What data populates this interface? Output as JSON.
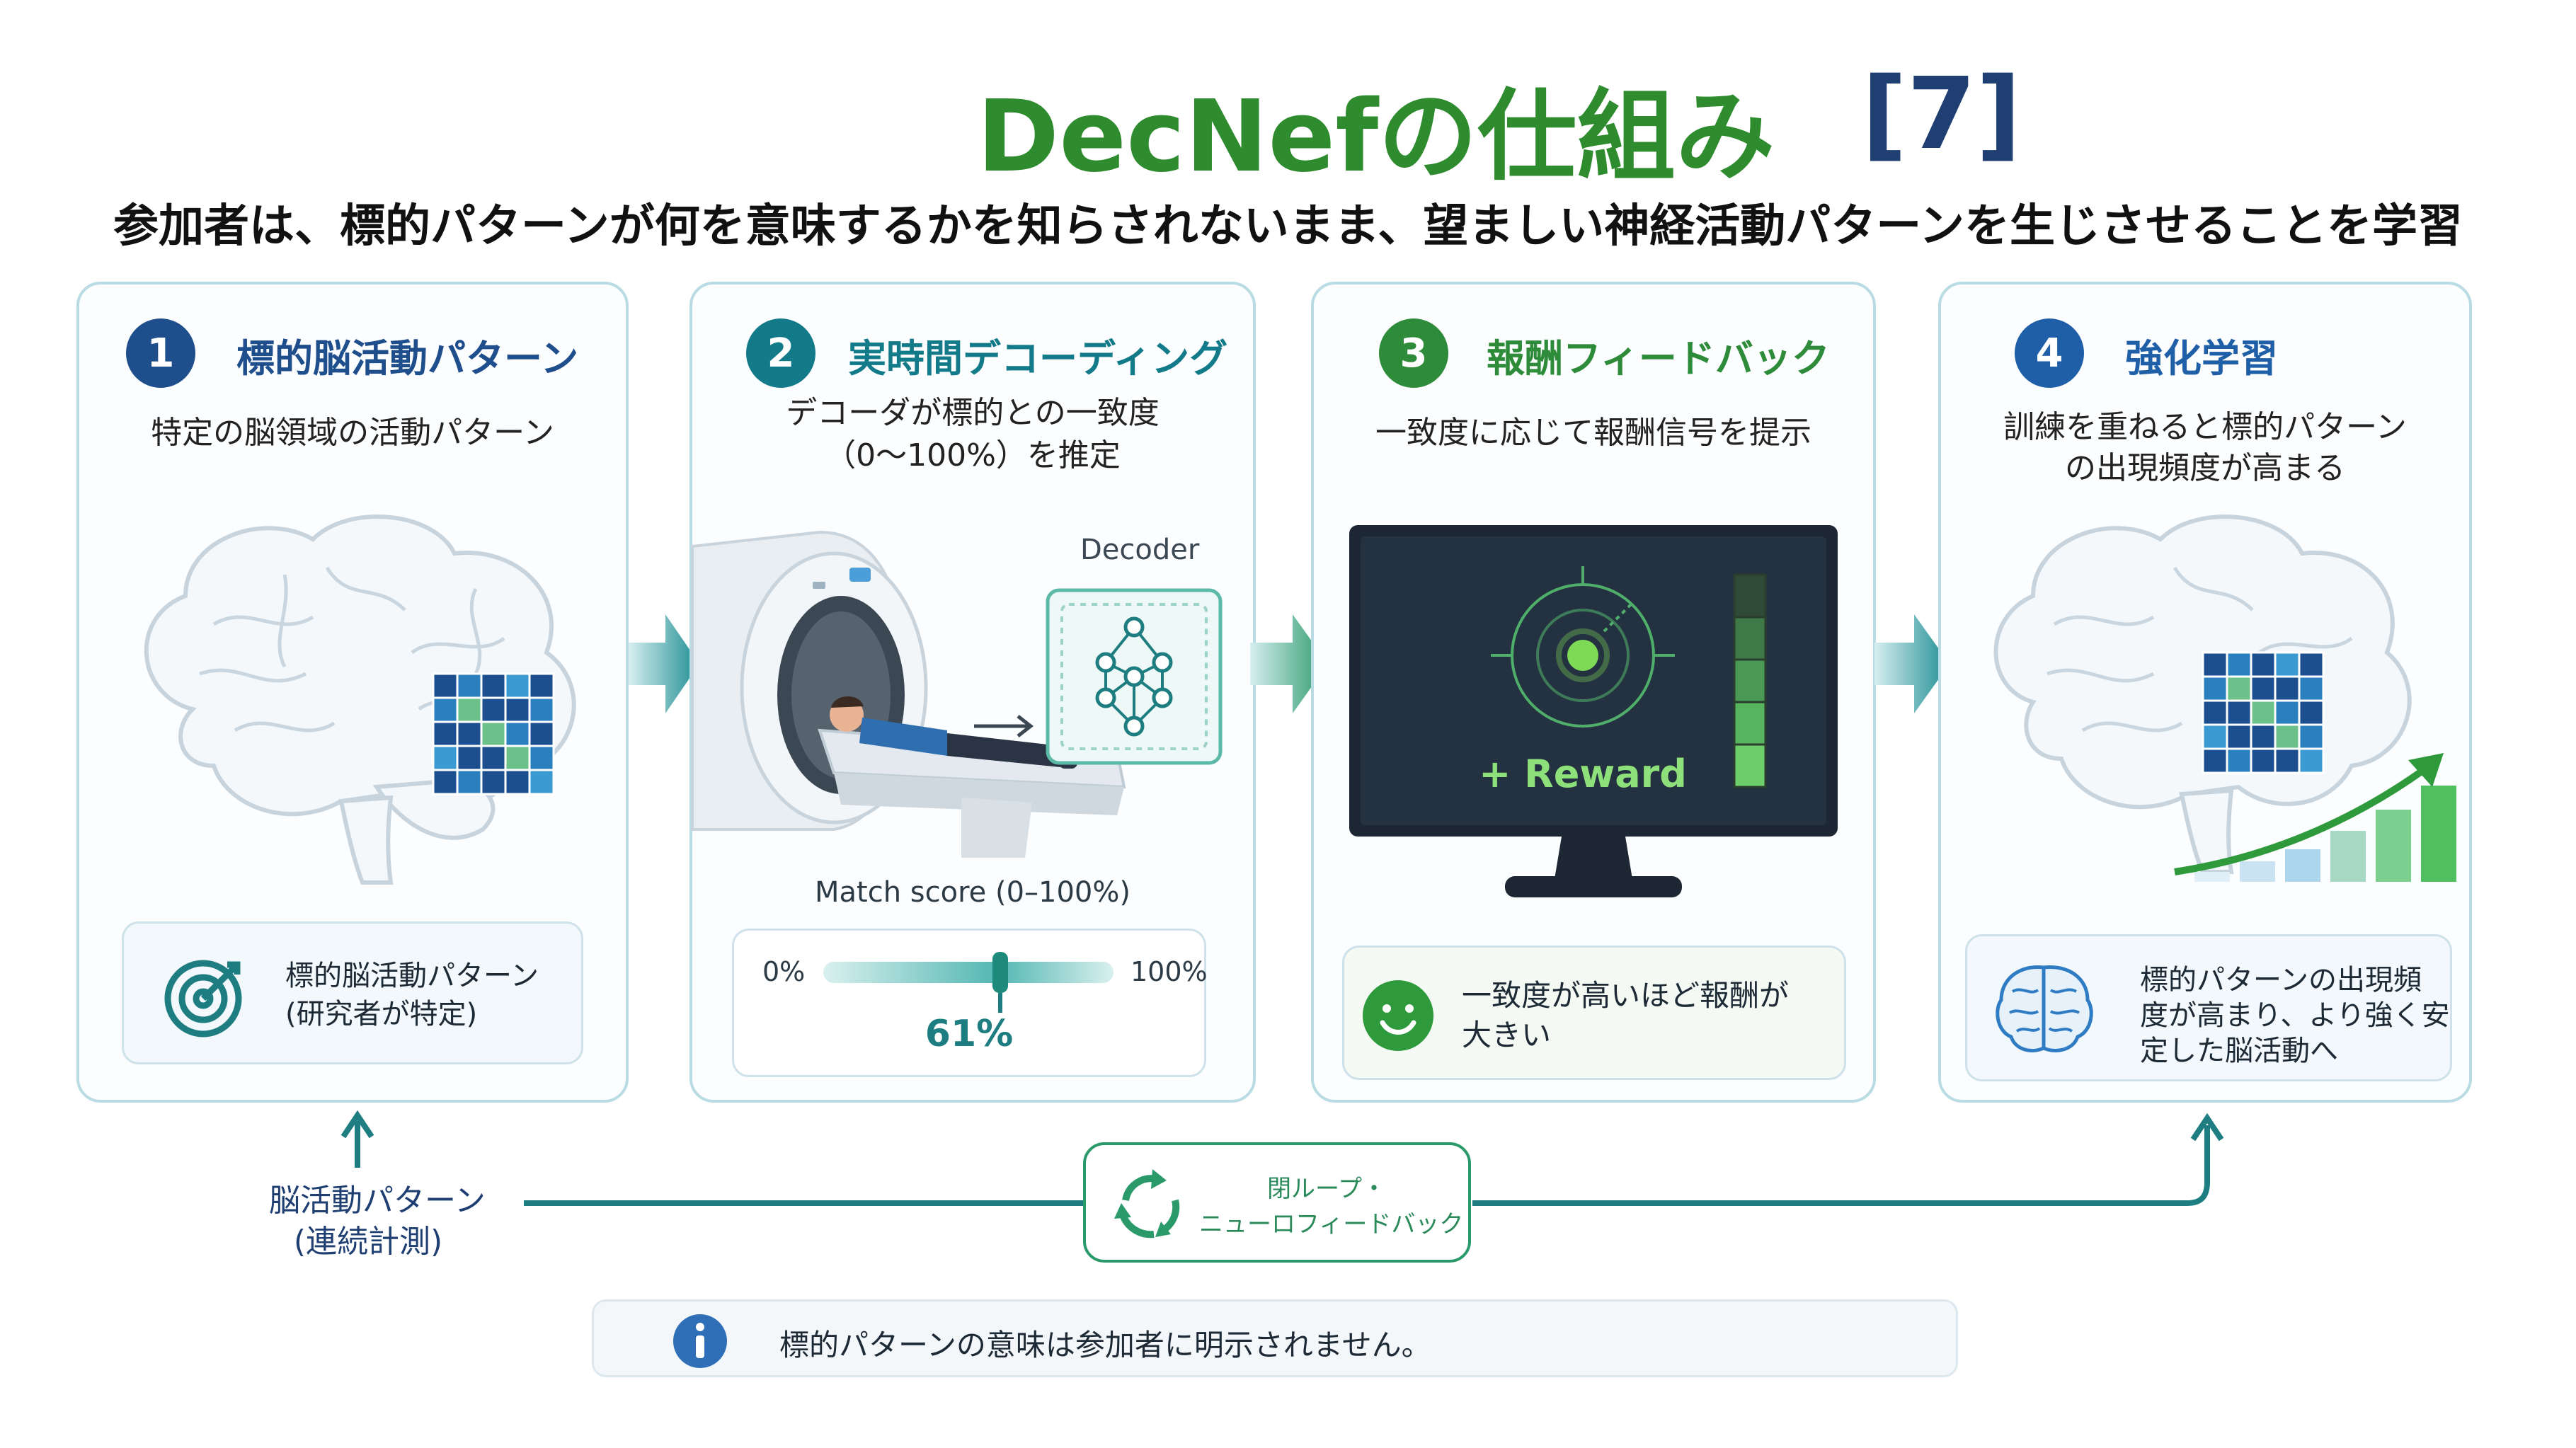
{
  "title": {
    "main": "DecNefの仕組み",
    "ref": "[7]"
  },
  "subtitle": "参加者は、標的パターンが何を意味するかを知らされないまま、望ましい神経活動パターンを生じさせることを学習",
  "steps": [
    {
      "num": "1",
      "title": "標的脳活動パターン",
      "desc": [
        "特定の脳領域の活動パターン"
      ],
      "note": [
        "標的脳活動パターン",
        "(研究者が特定)"
      ]
    },
    {
      "num": "2",
      "title": "実時間デコーディング",
      "desc": [
        "デコーダが標的との一致度",
        "（0〜100%）を推定"
      ],
      "decoder_label": "Decoder",
      "match_label": "Match score (0–100%)",
      "slider": {
        "min_label": "0%",
        "max_label": "100%",
        "value_label": "61%",
        "value": 0.61
      }
    },
    {
      "num": "3",
      "title": "報酬フィードバック",
      "desc": [
        "一致度に応じて報酬信号を提示"
      ],
      "reward_text": "+ Reward",
      "note": [
        "一致度が高いほど報酬が",
        "大きい"
      ]
    },
    {
      "num": "4",
      "title": "強化学習",
      "desc": [
        "訓練を重ねると標的パターン",
        "の出現頻度が高まる"
      ],
      "note": [
        "標的パターンの出現頻",
        "度が高まり、より強く安",
        "定した脳活動へ"
      ]
    }
  ],
  "loop": {
    "measure_label": [
      "脳活動パターン",
      "(連続計測)"
    ],
    "closed_loop_label": [
      "閉ループ・",
      "ニューロフィードバック"
    ]
  },
  "info": {
    "icon": "info-icon",
    "text": "標的パターンの意味は参加者に明示されません。"
  },
  "colors": {
    "title_green": "#2e8b2e",
    "title_navy": "#1f3f73",
    "step1": "#1f4e8c",
    "step2": "#127a88",
    "step3": "#2e8b3a",
    "step4": "#1f5fa8",
    "card_border": "#b9dbe4",
    "teal": "#1d7d80"
  }
}
